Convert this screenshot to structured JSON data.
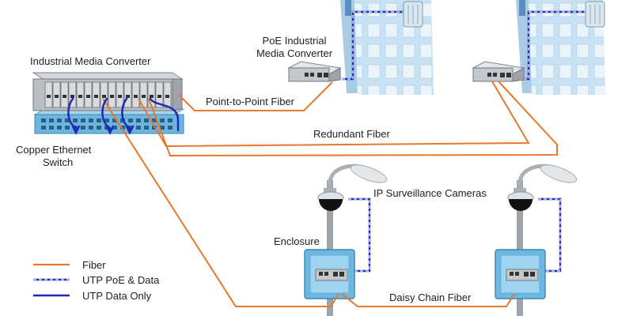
{
  "labels": {
    "industrial_media_converter": "Industrial Media Converter",
    "copper_switch_line1": "Copper Ethernet",
    "copper_switch_line2": "Switch",
    "poe_converter_line1": "PoE Industrial",
    "poe_converter_line2": "Media Converter",
    "point_to_point": "Point-to-Point Fiber",
    "redundant": "Redundant Fiber",
    "ip_cameras": "IP Surveillance Cameras",
    "enclosure": "Enclosure",
    "daisy_chain": "Daisy Chain Fiber"
  },
  "legend": [
    {
      "label": "Fiber",
      "style": "fiber"
    },
    {
      "label": "UTP PoE & Data",
      "style": "utp-poe"
    },
    {
      "label": "UTP Data Only",
      "style": "utp-data"
    }
  ],
  "colors": {
    "fiber": "#e8762b",
    "utp": "#1f2bb5",
    "building": "#c9e2f3",
    "enclosure": "#6cb8e0"
  }
}
